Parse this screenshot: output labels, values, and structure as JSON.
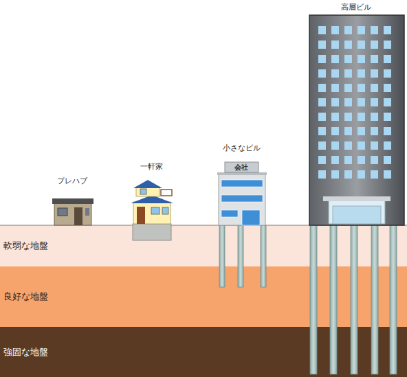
{
  "diagram": {
    "nodes": [
      {
        "text": [
          "軟弱な地盤"
        ]
      },
      {
        "text": [
          "良好な地盤"
        ]
      },
      {
        "text": [
          "強固な地盤"
        ]
      }
    ],
    "labels": [
      "プレハブ",
      "一軒家",
      "小さなビル",
      "会社",
      "高層ビル"
    ]
  }
}
